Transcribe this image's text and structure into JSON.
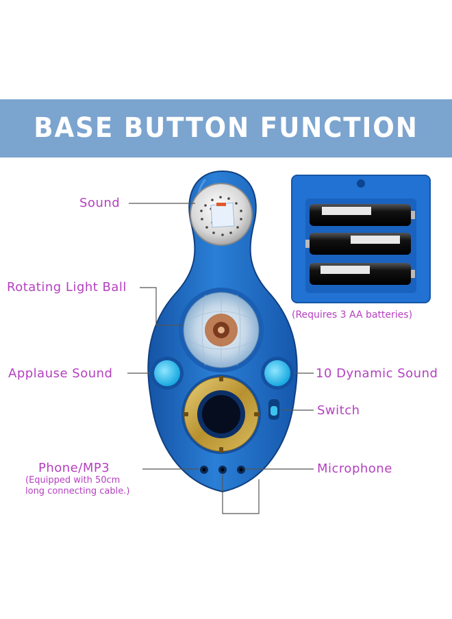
{
  "banner": {
    "title": "BASE BUTTON FUNCTION"
  },
  "labels": {
    "sound": "Sound",
    "rotating_light_ball": "Rotating Light Ball",
    "applause_sound": "Applause Sound",
    "dynamic_sound": "10 Dynamic Sound",
    "switch": "Switch",
    "phone_mp3": "Phone/MP3",
    "phone_note_line1": "(Equipped with 50cm",
    "phone_note_line2": "long connecting cable.)",
    "microphone": "Microphone"
  },
  "battery_note": "(Requires 3 AA batteries)",
  "colors": {
    "banner": "#7ba4cf",
    "label": "#b43fc0",
    "device_blue": "#1e6ec4",
    "button_cyan": "#3ec3ee",
    "gold_ring": "#c9a646"
  }
}
